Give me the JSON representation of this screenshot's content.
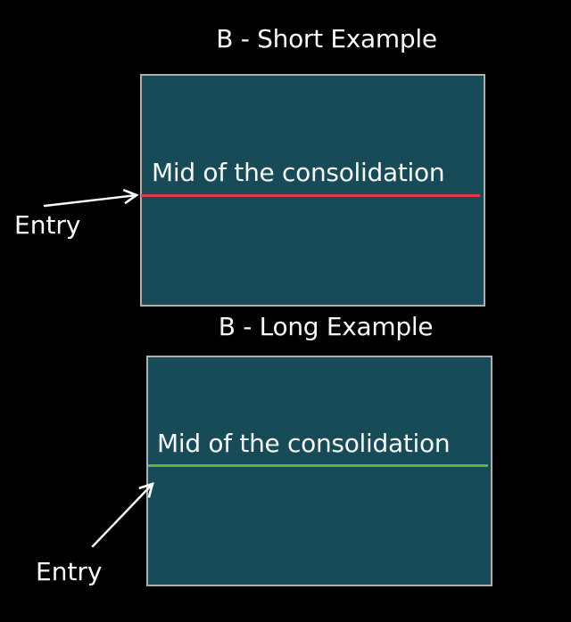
{
  "colors": {
    "background": "#000000",
    "box_fill": "#174B57",
    "box_border": "#A9B2B2",
    "short_entry_line": "#E8394B",
    "long_entry_line": "#5CB340",
    "text": "#F7FAFA",
    "arrow": "#FFFFFF"
  },
  "short_example": {
    "title": "B - Short Example",
    "box_label": "Mid of the consolidation",
    "entry_label": "Entry"
  },
  "long_example": {
    "title": "B - Long Example",
    "box_label": "Mid of the consolidation",
    "entry_label": "Entry"
  }
}
